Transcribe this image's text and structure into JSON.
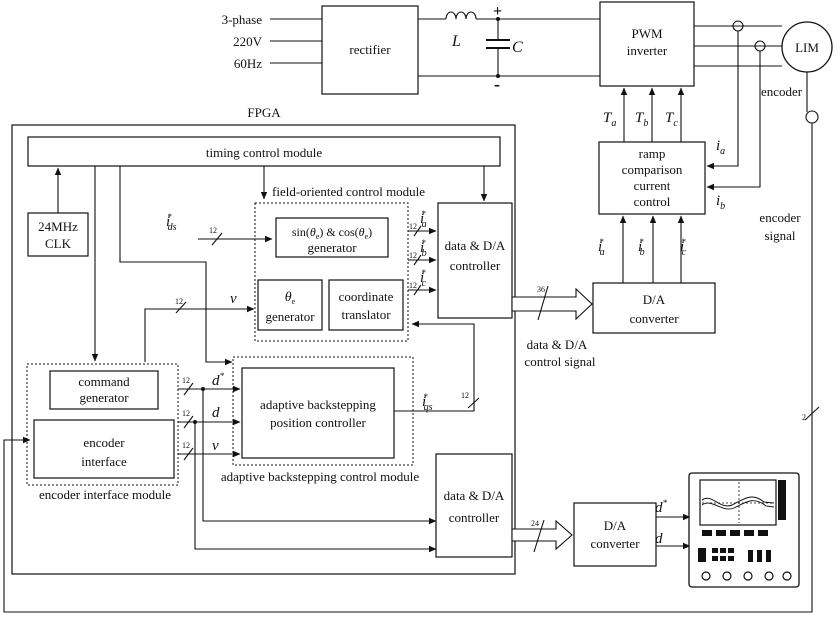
{
  "power": {
    "supply": [
      "3-phase",
      "220V",
      "60Hz"
    ],
    "rectifier": "rectifier",
    "inductor": "L",
    "capacitor": "C",
    "plus": "+",
    "minus": "-",
    "inverter": [
      "PWM",
      "inverter"
    ],
    "motor": "LIM",
    "encoder": "encoder",
    "gates": [
      "T",
      "T",
      "T"
    ],
    "gate_subs": [
      "a",
      "b",
      "c"
    ]
  },
  "current_ctrl": {
    "lines": [
      "ramp",
      "comparison",
      "current",
      "control"
    ],
    "ia": "i",
    "ia_sub": "a",
    "ib": "i",
    "ib_sub": "b"
  },
  "dac_top": {
    "lines": [
      "D/A",
      "converter"
    ],
    "refs": [
      "i",
      "i",
      "i"
    ],
    "ref_subs": [
      "a",
      "b",
      "c"
    ],
    "star": "*"
  },
  "encoder_signal": [
    "encoder",
    "signal"
  ],
  "fpga": {
    "title": "FPGA",
    "timing": "timing control module",
    "clock": [
      "24MHz",
      "CLK"
    ],
    "foc_title": "field-oriented control module",
    "sin_gen": [
      "sin(",
      "θ",
      "e",
      ") & cos(",
      "θ",
      "e",
      ")"
    ],
    "sin_gen_line2": "generator",
    "theta_gen": [
      "θ",
      "e",
      "generator"
    ],
    "coord": [
      "coordinate",
      "translator"
    ],
    "ids": "i",
    "ids_sub": "ds",
    "ids_star": "*",
    "v": "v",
    "d_star": "d",
    "d": "d",
    "iqs": "i",
    "iqs_sub": "qs",
    "dac_ctrl": [
      "data & D/A",
      "controller"
    ],
    "dac_ctrl2": [
      "data & D/A",
      "controller"
    ],
    "dac_out": [
      "i",
      "i",
      "i"
    ],
    "dac_out_subs": [
      "a",
      "b",
      "c"
    ],
    "cmd_gen": [
      "command",
      "generator"
    ],
    "enc_if": [
      "encoder",
      "interface"
    ],
    "enc_mod": "encoder interface module",
    "abs_ctrl": [
      "adaptive backstepping",
      "position controller"
    ],
    "abs_mod": "adaptive backstepping control module"
  },
  "bus": {
    "b12": "12",
    "b36": "36",
    "b24": "24",
    "b2": "2",
    "ctrl_sig": [
      "data & D/A",
      "control signal"
    ]
  },
  "dac_bottom": {
    "lines": [
      "D/A",
      "converter"
    ],
    "d_star": "d",
    "d": "d",
    "star": "*"
  }
}
